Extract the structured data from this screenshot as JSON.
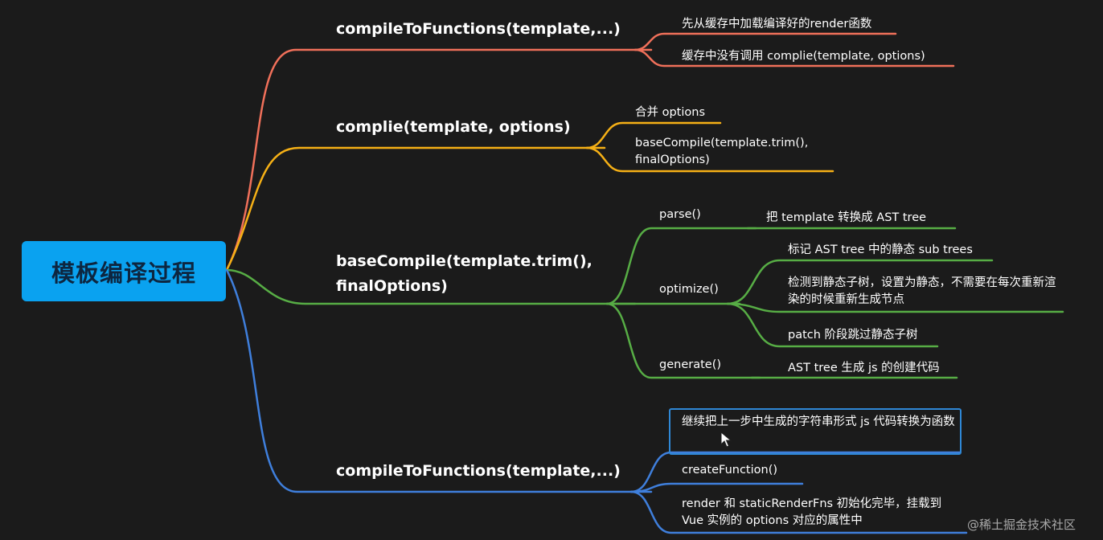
{
  "root": {
    "label": "模板编译过程"
  },
  "colors": {
    "root_bg": "#0aa2f0",
    "branch1": "#f0705a",
    "branch2": "#f5b016",
    "branch3": "#57ad45",
    "branch4": "#3f7fdc",
    "highlight": "#2f88d6"
  },
  "branches": [
    {
      "label": "compileToFunctions(template,...)",
      "children": [
        {
          "label": "先从缓存中加载编译好的render函数"
        },
        {
          "label": "缓存中没有调用 complie(template, options)"
        }
      ]
    },
    {
      "label": "complie(template, options)",
      "children": [
        {
          "label": "合并 options"
        },
        {
          "label": "baseCompile(template.trim(), finalOptions)"
        }
      ]
    },
    {
      "label": "baseCompile(template.trim(), finalOptions)",
      "children": [
        {
          "label": "parse()",
          "children": [
            {
              "label": "把 template 转换成 AST tree"
            }
          ]
        },
        {
          "label": "optimize()",
          "children": [
            {
              "label": "标记 AST tree 中的静态 sub trees"
            },
            {
              "label": "检测到静态子树，设置为静态，不需要在每次重新渲染的时候重新生成节点"
            },
            {
              "label": "patch 阶段跳过静态子树"
            }
          ]
        },
        {
          "label": "generate()",
          "children": [
            {
              "label": "AST tree 生成 js 的创建代码"
            }
          ]
        }
      ]
    },
    {
      "label": "compileToFunctions(template,...)",
      "children": [
        {
          "label": "继续把上一步中生成的字符串形式 js 代码转换为函数"
        },
        {
          "label": "createFunction()"
        },
        {
          "label": "render 和 staticRenderFns 初始化完毕，挂载到 Vue 实例的 options 对应的属性中"
        }
      ]
    }
  ],
  "watermark": "@稀土掘金技术社区"
}
